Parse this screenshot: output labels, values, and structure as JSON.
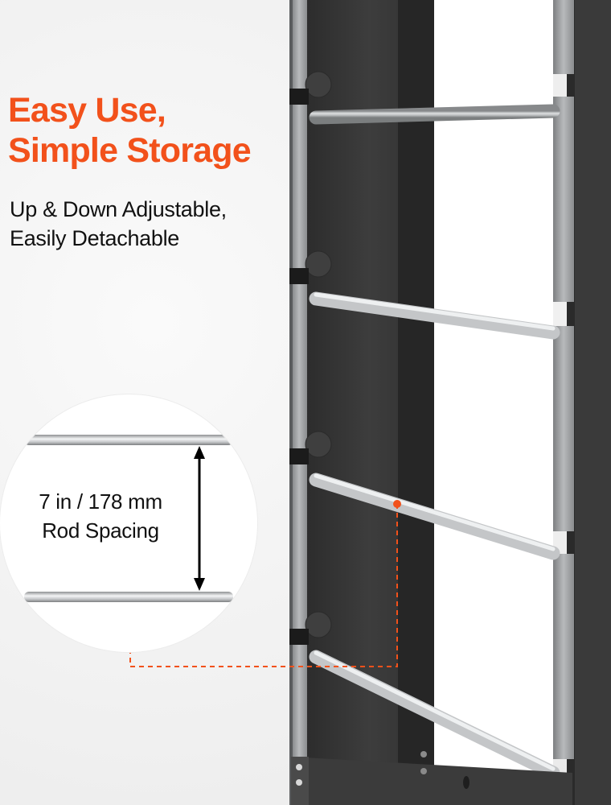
{
  "headline": {
    "line1": "Easy Use,",
    "line2": "Simple Storage"
  },
  "subtext": {
    "line1": "Up & Down Adjustable,",
    "line2": "Easily Detachable"
  },
  "callout": {
    "line1": "7 in / 178 mm",
    "line2": "Rod Spacing"
  },
  "colors": {
    "accent": "#f2511b",
    "frame": "#3a3a3a",
    "rod": "#c4c6c8",
    "rail": "#9fa1a3"
  }
}
